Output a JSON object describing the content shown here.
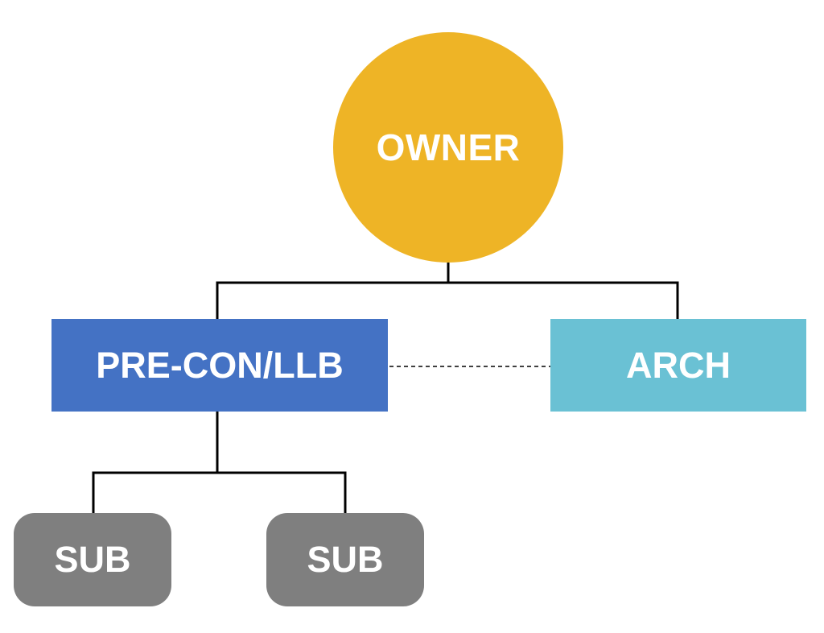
{
  "diagram": {
    "owner": {
      "label": "OWNER",
      "color": "#EEB426"
    },
    "precon": {
      "label": "PRE-CON/LLB",
      "color": "#4472C4"
    },
    "arch": {
      "label": "ARCH",
      "color": "#6AC1D4"
    },
    "subs": [
      {
        "label": "SUB",
        "color": "#7F7F7F"
      },
      {
        "label": "SUB",
        "color": "#7F7F7F"
      }
    ],
    "connector_color": "#000000"
  }
}
